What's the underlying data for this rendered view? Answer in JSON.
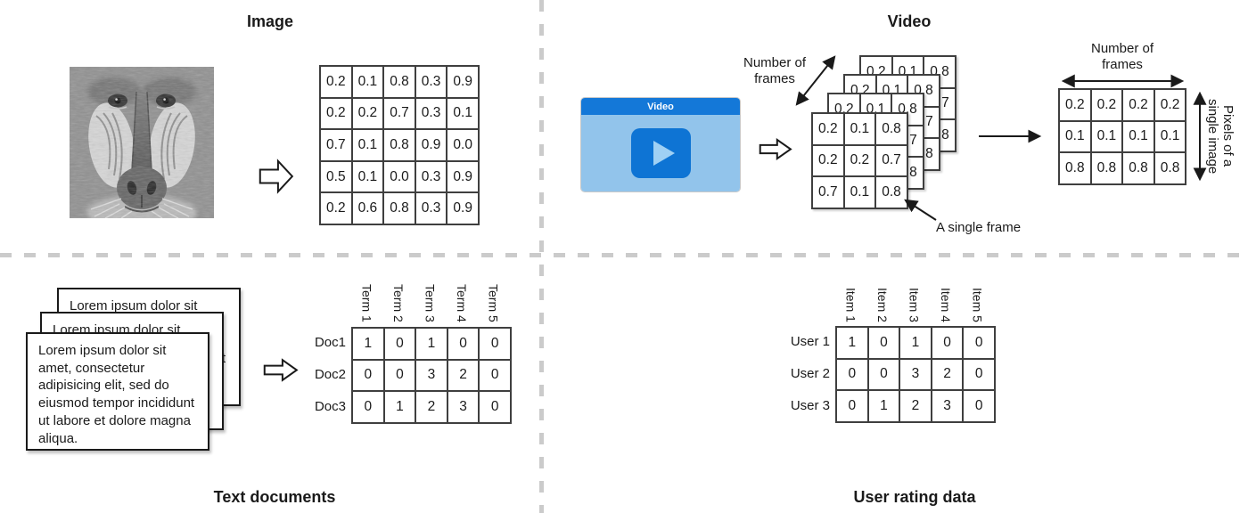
{
  "colors": {
    "divider": "#cbcbcb",
    "matrix_border": "#3f3f3f",
    "text": "#1a1a1a",
    "player_header_blue": "#1478d8",
    "player_body_blue": "#92c4eb",
    "play_button_blue": "#0e74d4",
    "play_triangle_blue": "#9fd0f4"
  },
  "quadrants": {
    "image": {
      "title": "Image",
      "photo_name": "grayscale-baboon-photo",
      "matrix": [
        [
          "0.2",
          "0.1",
          "0.8",
          "0.3",
          "0.9"
        ],
        [
          "0.2",
          "0.2",
          "0.7",
          "0.3",
          "0.1"
        ],
        [
          "0.7",
          "0.1",
          "0.8",
          "0.9",
          "0.0"
        ],
        [
          "0.5",
          "0.1",
          "0.0",
          "0.3",
          "0.9"
        ],
        [
          "0.2",
          "0.6",
          "0.8",
          "0.3",
          "0.9"
        ]
      ]
    },
    "video": {
      "title": "Video",
      "player_title": "Video",
      "num_frames_label": "Number of\nframes",
      "single_frame_label": "A single frame",
      "frame_matrix": [
        [
          "0.2",
          "0.1",
          "0.8"
        ],
        [
          "0.2",
          "0.2",
          "0.7"
        ],
        [
          "0.7",
          "0.1",
          "0.8"
        ]
      ],
      "flat_matrix": [
        [
          "0.2",
          "0.2",
          "0.2",
          "0.2"
        ],
        [
          "0.1",
          "0.1",
          "0.1",
          "0.1"
        ],
        [
          "0.8",
          "0.8",
          "0.8",
          "0.8"
        ]
      ],
      "flat_top_label": "Number of\nframes",
      "flat_right_label": "Pixels of a\nsingle image"
    },
    "text_documents": {
      "title": "Text documents",
      "document_text": "Lorem ipsum dolor sit amet, consectetur adipisicing elit, sed do eiusmod tempor incididunt ut labore et dolore magna aliqua.",
      "row_labels": [
        "Doc1",
        "Doc2",
        "Doc3"
      ],
      "col_labels": [
        "Term 1",
        "Term 2",
        "Term 3",
        "Term 4",
        "Term 5"
      ],
      "matrix": [
        [
          "1",
          "0",
          "1",
          "0",
          "0"
        ],
        [
          "0",
          "0",
          "3",
          "2",
          "0"
        ],
        [
          "0",
          "1",
          "2",
          "3",
          "0"
        ]
      ]
    },
    "user_ratings": {
      "title": "User rating data",
      "row_labels": [
        "User 1",
        "User 2",
        "User 3"
      ],
      "col_labels": [
        "Item 1",
        "Item 2",
        "Item 3",
        "Item 4",
        "Item 5"
      ],
      "matrix": [
        [
          "1",
          "0",
          "1",
          "0",
          "0"
        ],
        [
          "0",
          "0",
          "3",
          "2",
          "0"
        ],
        [
          "0",
          "1",
          "2",
          "3",
          "0"
        ]
      ]
    }
  }
}
